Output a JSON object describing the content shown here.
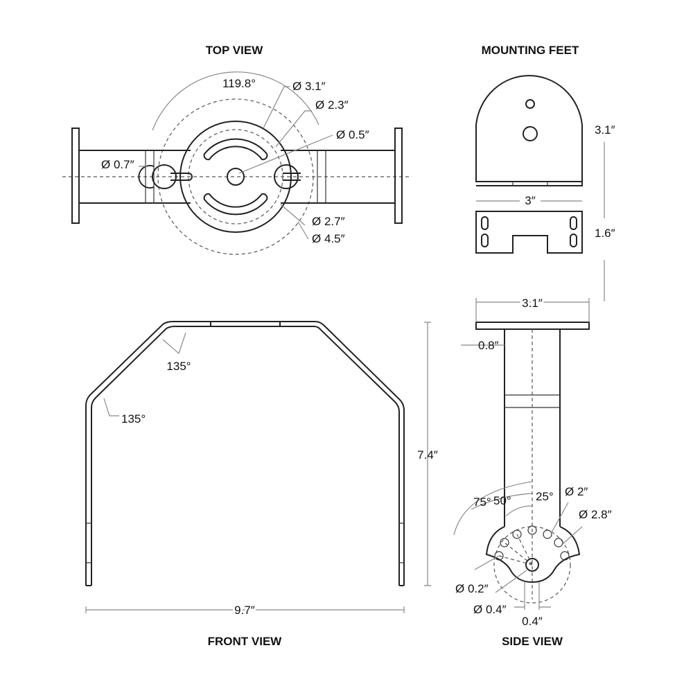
{
  "titles": {
    "top_view": "TOP VIEW",
    "mounting_feet": "MOUNTING FEET",
    "front_view": "FRONT VIEW",
    "side_view": "SIDE VIEW"
  },
  "top_view": {
    "angle": "119.8°",
    "d1": "Ø 3.1″",
    "d2": "Ø 2.3″",
    "d3": "Ø 0.5″",
    "d4": "Ø 0.7″",
    "d5": "Ø 2.7″",
    "d6": "Ø 4.5″"
  },
  "mounting_feet": {
    "height": "3.1″",
    "width": "3″",
    "depth": "1.6″"
  },
  "front_view": {
    "angle_top": "135°",
    "angle_side": "135°",
    "height": "7.4″",
    "width": "9.7″"
  },
  "side_view": {
    "plate_width": "3.1″",
    "offset": "0.8″",
    "a75": "75°",
    "a50": "50°",
    "a25": "25°",
    "d_2": "Ø 2″",
    "d_28": "Ø 2.8″",
    "d_02": "Ø 0.2″",
    "d_04": "Ø 0.4″",
    "spacing": "0.4″"
  }
}
